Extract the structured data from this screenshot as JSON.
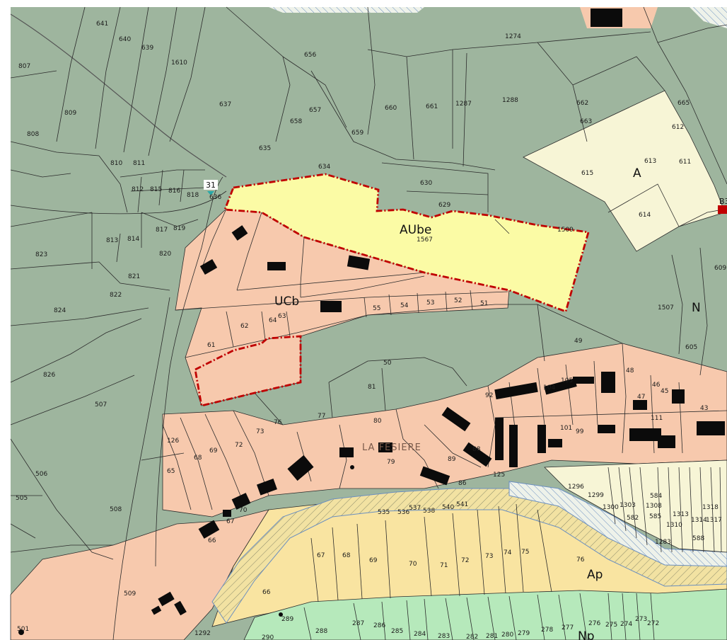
{
  "zones": {
    "aube": "AUbe",
    "ucb": "UCb",
    "a": "A",
    "n": "N",
    "ap": "Ap",
    "np": "Np"
  },
  "place_name": "LA FESIERE",
  "road_marker": "31",
  "edge_label": "B3",
  "parcels": {
    "p641": "641",
    "p640": "640",
    "p639": "639",
    "p807": "807",
    "p1610": "1610",
    "p656": "656",
    "p1274": "1274",
    "p809": "809",
    "p637": "637",
    "p657": "657",
    "p658": "658",
    "p660": "660",
    "p661": "661",
    "p1287": "1287",
    "p1288": "1288",
    "p662": "662",
    "p663": "663",
    "p665": "665",
    "p612": "612",
    "p808": "808",
    "p659": "659",
    "p635": "635",
    "p810": "810",
    "p811": "811",
    "p634": "634",
    "p615": "615",
    "p613": "613",
    "p611": "611",
    "p812": "812",
    "p815": "815",
    "p816": "816",
    "p818": "818",
    "p636": "636",
    "p630": "630",
    "p629": "629",
    "p614": "614",
    "p1567": "1567",
    "p1509": "1509",
    "p813": "813",
    "p814": "814",
    "p817": "817",
    "p819": "819",
    "p820": "820",
    "p823": "823",
    "p821": "821",
    "p822": "822",
    "p609": "609",
    "p824": "824",
    "p55": "55",
    "p54": "54",
    "p53": "53",
    "p52": "52",
    "p51": "51",
    "p63": "63",
    "p64": "64",
    "p62": "62",
    "p1507": "1507",
    "p61": "61",
    "p49": "49",
    "p605": "605",
    "p826": "826",
    "p50": "50",
    "p48": "48",
    "p46": "46",
    "p45": "45",
    "p81": "81",
    "p92": "92",
    "p104": "104",
    "p105": "105",
    "p47": "47",
    "p43": "43",
    "p507": "507",
    "p77": "77",
    "p111": "111",
    "p76": "76",
    "p80": "80",
    "p73": "73",
    "p101": "101",
    "p99": "99",
    "p126": "126",
    "p69": "69",
    "p72": "72",
    "p68": "68",
    "p88": "88",
    "p89": "89",
    "p79": "79",
    "p65": "65",
    "p506": "506",
    "p125": "125",
    "p86": "86",
    "p1296": "1296",
    "p1299": "1299",
    "p584": "584",
    "p505": "505",
    "p1300": "1300",
    "p1303": "1303",
    "p1308": "1308",
    "p1318": "1318",
    "p541": "541",
    "p540": "540",
    "p537": "537",
    "p538": "538",
    "p535": "535",
    "p536": "536",
    "p508": "508",
    "p67": "67",
    "p70": "70",
    "p582": "582",
    "p585": "585",
    "p1313": "1313",
    "p1314": "1314",
    "p1317": "1317",
    "p1310": "1310",
    "p66": "66",
    "p588": "588",
    "p1283": "1283",
    "p67b": "67",
    "p68b": "68",
    "p69b": "69",
    "p70b": "70",
    "p71": "71",
    "p72b": "72",
    "p73b": "73",
    "p74": "74",
    "p75": "75",
    "p76b": "76",
    "p509": "509",
    "p66b": "66",
    "p501": "501",
    "p1292": "1292",
    "p289": "289",
    "p288": "288",
    "p287": "287",
    "p286": "286",
    "p285": "285",
    "p284": "284",
    "p283": "283",
    "p282": "282",
    "p281": "281",
    "p280": "280",
    "p279": "279",
    "p278": "278",
    "p277": "277",
    "p276": "276",
    "p275": "275",
    "p274": "274",
    "p273": "273",
    "p272": "272",
    "p290": "290"
  },
  "colors": {
    "forest_zone": "#9eb59e",
    "urban_zone": "#f7c9ad",
    "aube_zone": "#fbfba5",
    "agri_zone": "#f7f5d6",
    "ap_zone": "#f9e4a1",
    "np_zone": "#b6e9bb",
    "boundary": "#c00000",
    "building": "#0b0b0b"
  }
}
